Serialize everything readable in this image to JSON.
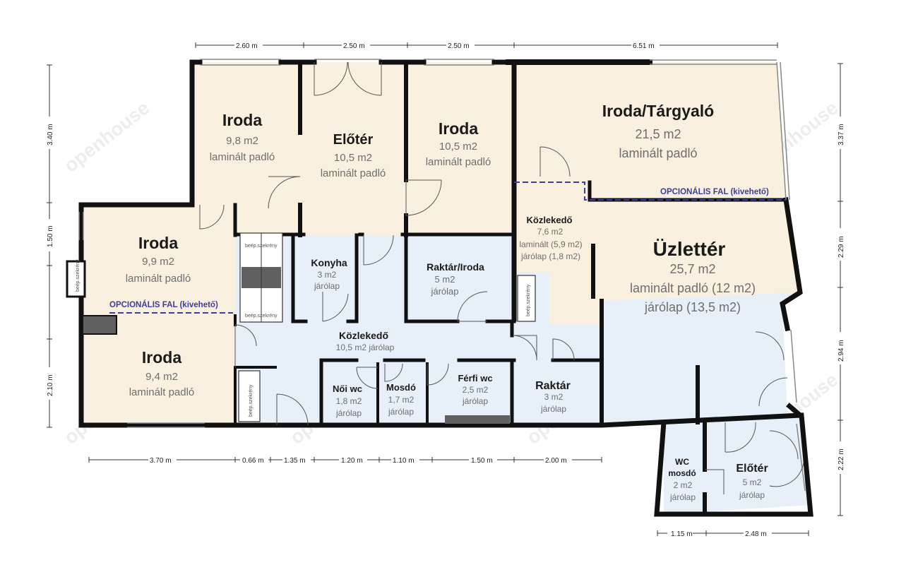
{
  "rooms": [
    {
      "id": "iroda-1",
      "title": "Iroda",
      "area": "9,8 m2",
      "floor": "laminált padló"
    },
    {
      "id": "eloter-1",
      "title": "Előtér",
      "area": "10,5 m2",
      "floor": "laminált padló"
    },
    {
      "id": "iroda-2",
      "title": "Iroda",
      "area": "10,5 m2",
      "floor": "laminált padló"
    },
    {
      "id": "iroda-targyalo",
      "title": "Iroda/Tárgyaló",
      "area": "21,5 m2",
      "floor": "laminált padló"
    },
    {
      "id": "iroda-3",
      "title": "Iroda",
      "area": "9,9 m2",
      "floor": "laminált padló"
    },
    {
      "id": "iroda-4",
      "title": "Iroda",
      "area": "9,4 m2",
      "floor": "laminált padló"
    },
    {
      "id": "konyha",
      "title": "Konyha",
      "area": "3 m2",
      "floor": "járólap"
    },
    {
      "id": "raktar-iroda",
      "title": "Raktár/Iroda",
      "area": "5 m2",
      "floor": "járólap"
    },
    {
      "id": "kozlekedo-1",
      "title": "Közlekedő",
      "area": "7,6 m2",
      "floor": "laminált (5,9 m2)",
      "floor2": "járólap (1,8 m2)"
    },
    {
      "id": "uzletter",
      "title": "Üzlettér",
      "area": "25,7 m2",
      "floor": "laminált padló (12 m2)",
      "floor2": "járólap (13,5 m2)"
    },
    {
      "id": "kozlekedo-2",
      "title": "Közlekedő",
      "area": "10,5 m2 járólap"
    },
    {
      "id": "noi-wc",
      "title": "Női wc",
      "area": "1,8 m2",
      "floor": "járólap"
    },
    {
      "id": "mosdo",
      "title": "Mosdó",
      "area": "1,7 m2",
      "floor": "járólap"
    },
    {
      "id": "ferfi-wc",
      "title": "Férfi wc",
      "area": "2,5 m2",
      "floor": "járólap"
    },
    {
      "id": "raktar",
      "title": "Raktár",
      "area": "3 m2",
      "floor": "járólap"
    },
    {
      "id": "wc-mosdo",
      "title": "WC",
      "title2": "mosdó",
      "area": "2 m2",
      "floor": "járólap"
    },
    {
      "id": "eloter-2",
      "title": "Előtér",
      "area": "5 m2",
      "floor": "járólap"
    }
  ],
  "optional_wall_label": "OPCIONÁLIS FAL (kivehető)",
  "cabinet_label": "beép.szekrény",
  "watermark": "openhouse",
  "dimensions": {
    "top": [
      "2.60 m",
      "2.50 m",
      "2.50 m",
      "6.51 m"
    ],
    "bottom": [
      "3.70 m",
      "0.66 m",
      "1.35 m",
      "1.20 m",
      "1.10 m",
      "1.50 m",
      "2.00 m"
    ],
    "bottom_right": [
      "1.15 m",
      "2.48 m"
    ],
    "left": [
      "3.40 m",
      "1.50 m",
      "2.10 m"
    ],
    "right": [
      "3.37 m",
      "2.29 m",
      "2.94 m",
      "2.22 m"
    ]
  },
  "colors": {
    "laminate": "#faf0e0",
    "tile": "#e7f0f9",
    "wall": "#111111",
    "optional_wall": "#3d3d9e",
    "cabinet": "#606060"
  }
}
